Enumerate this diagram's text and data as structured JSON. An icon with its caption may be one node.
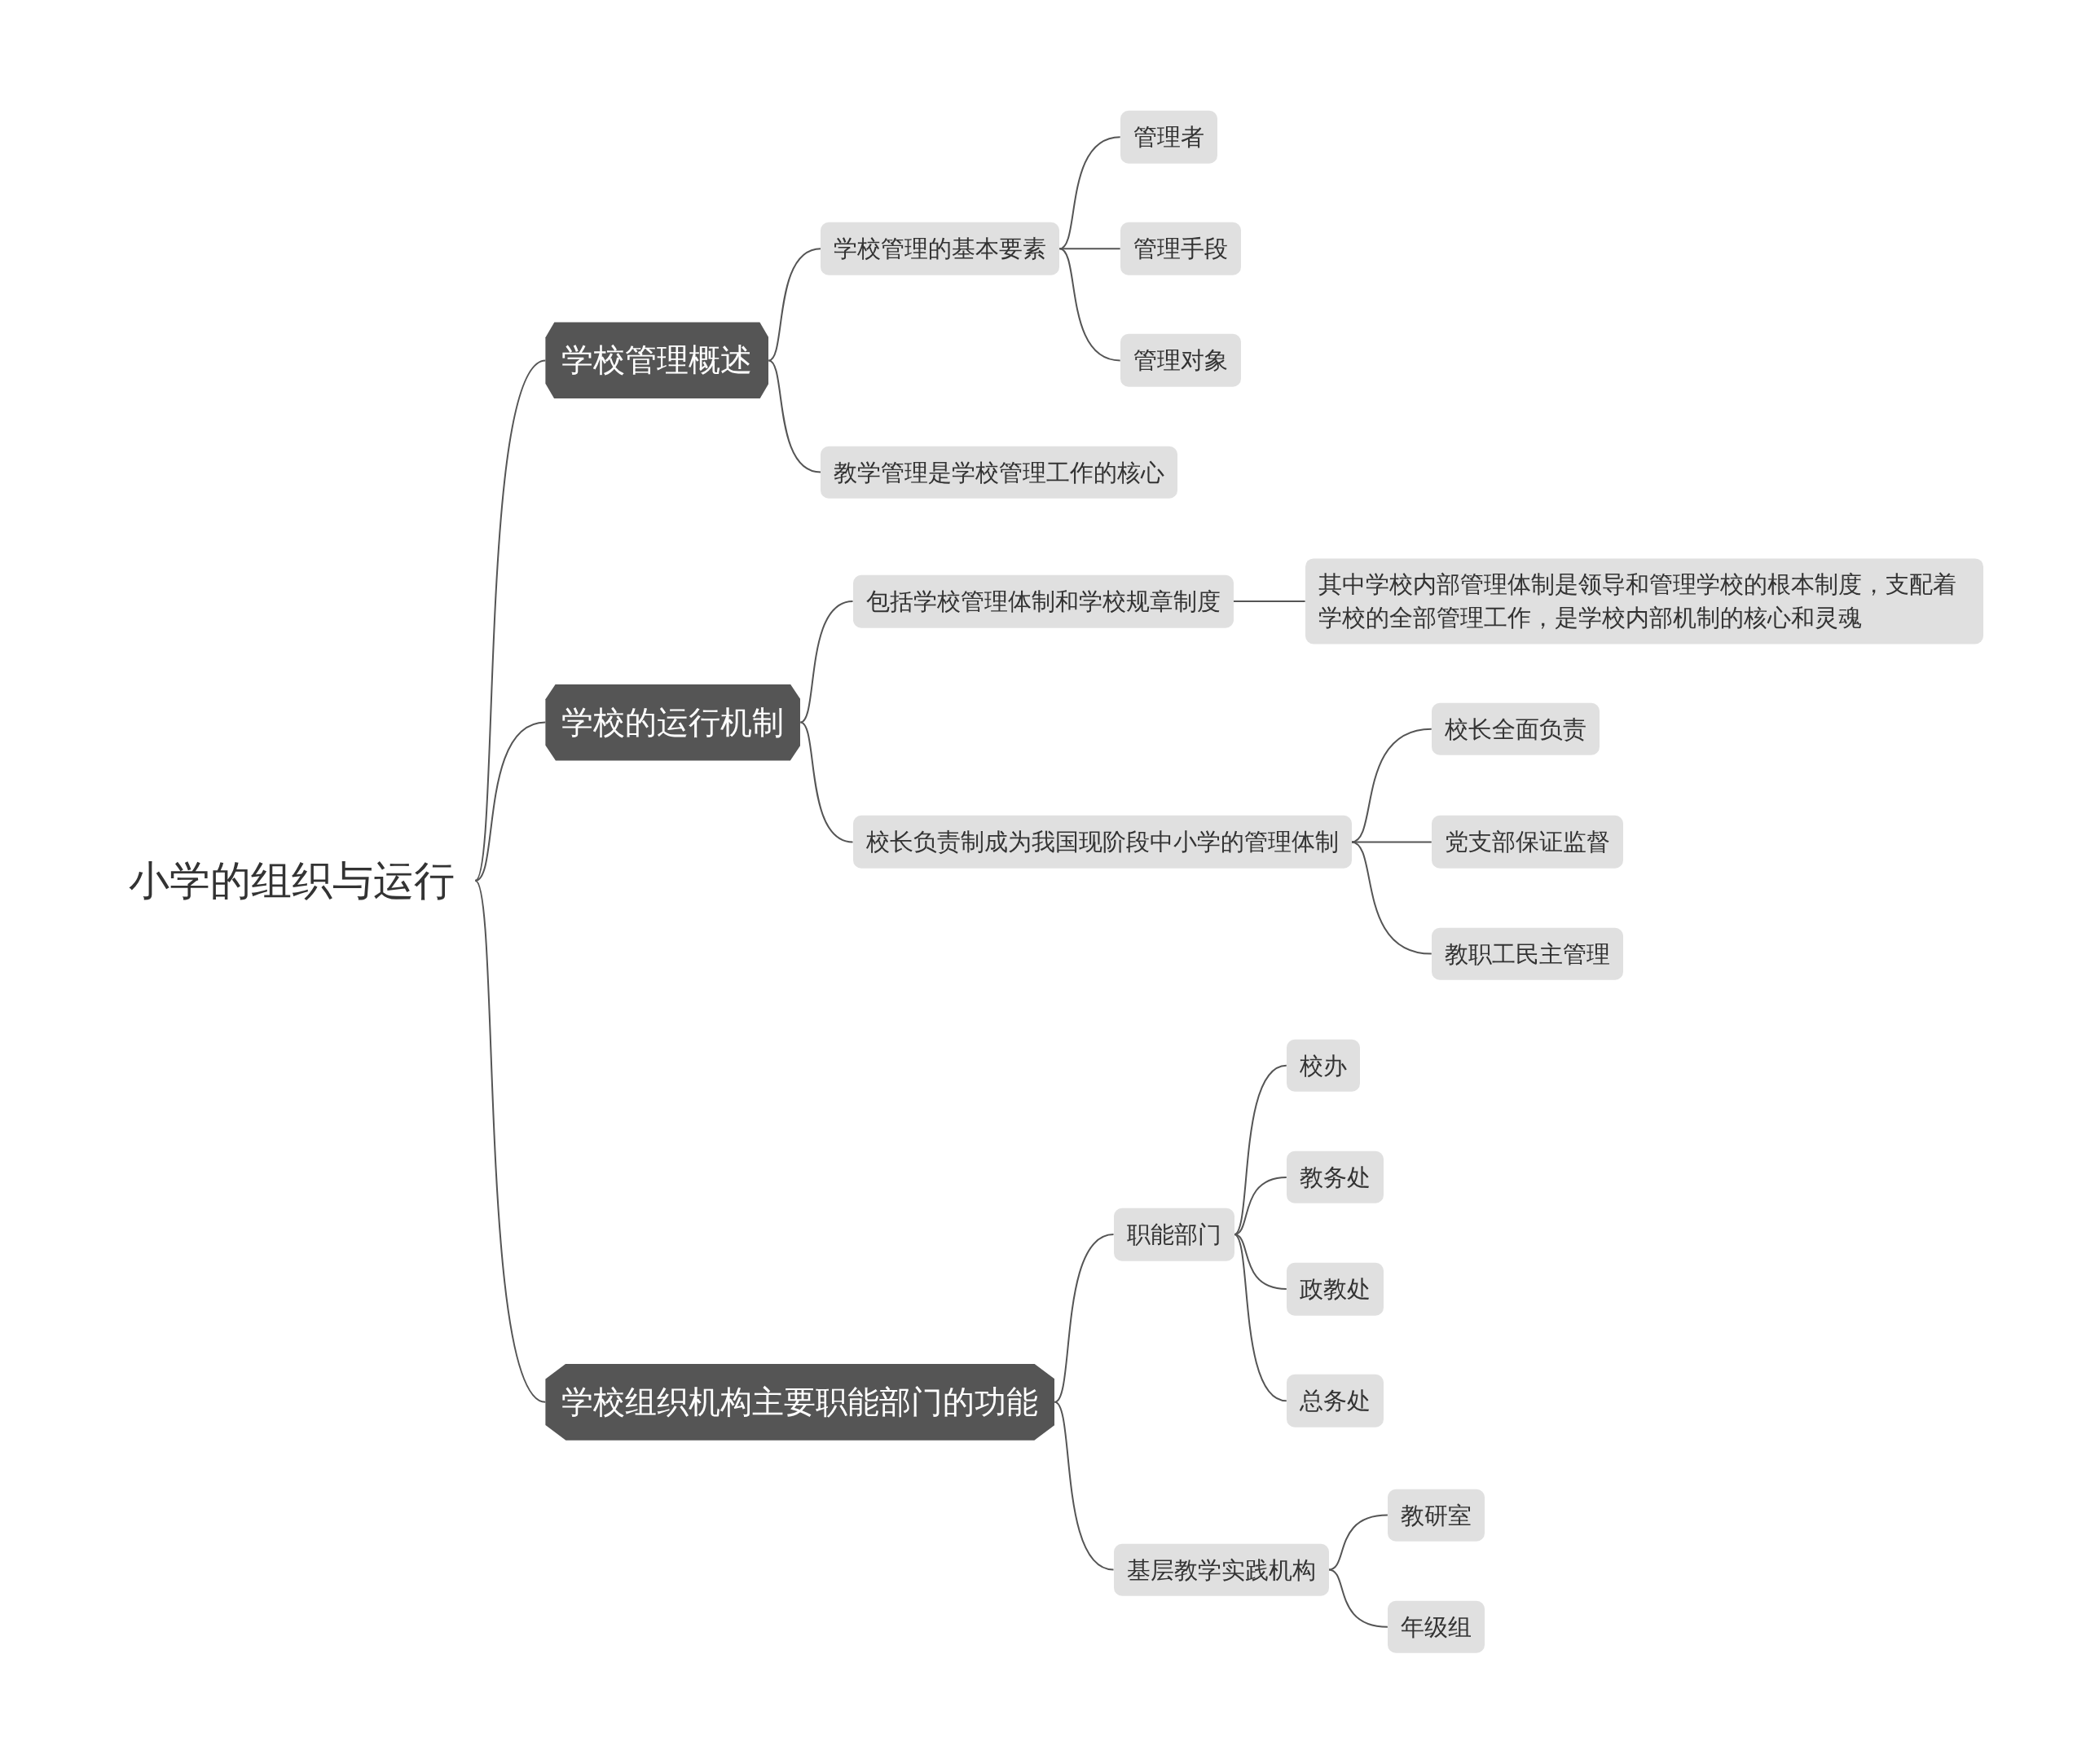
{
  "diagram": {
    "nodes": [
      {
        "text": [
          "小学的组织与运行"
        ]
      },
      {
        "text": [
          "学校管理概述"
        ]
      },
      {
        "text": [
          "学校管理的基本要素"
        ]
      },
      {
        "text": [
          "管理者"
        ]
      },
      {
        "text": [
          "管理手段"
        ]
      },
      {
        "text": [
          "管理对象"
        ]
      },
      {
        "text": [
          "教学管理是学校管理工作的核心"
        ]
      },
      {
        "text": [
          "学校的运行机制"
        ]
      },
      {
        "text": [
          "包括学校管理体制和学校规章制度"
        ]
      },
      {
        "text": [
          "其中学校内部管理体制是领导和管理学校的根本制度，支配着学校的全部管理工作，是学校内部机制的核心和灵魂"
        ]
      },
      {
        "text": [
          "校长负责制成为我国现阶段中小学的管理体制"
        ]
      },
      {
        "text": [
          "校长全面负责"
        ]
      },
      {
        "text": [
          "党支部保证监督"
        ]
      },
      {
        "text": [
          "教职工民主管理"
        ]
      },
      {
        "text": [
          "学校组织机构主要职能部门的功能"
        ]
      },
      {
        "text": [
          "职能部门"
        ]
      },
      {
        "text": [
          "校办"
        ]
      },
      {
        "text": [
          "教务处"
        ]
      },
      {
        "text": [
          "政教处"
        ]
      },
      {
        "text": [
          "总务处"
        ]
      },
      {
        "text": [
          "基层教学实践机构"
        ]
      },
      {
        "text": [
          "教研室"
        ]
      },
      {
        "text": [
          "年级组"
        ]
      }
    ],
    "edges": [
      {
        "from": 0,
        "to": 1,
        "arrow": "none"
      },
      {
        "from": 1,
        "to": 2,
        "arrow": "none"
      },
      {
        "from": 2,
        "to": 3,
        "arrow": "none"
      },
      {
        "from": 2,
        "to": 4,
        "arrow": "none"
      },
      {
        "from": 2,
        "to": 5,
        "arrow": "none"
      },
      {
        "from": 1,
        "to": 6,
        "arrow": "none"
      },
      {
        "from": 0,
        "to": 7,
        "arrow": "none"
      },
      {
        "from": 7,
        "to": 8,
        "arrow": "none"
      },
      {
        "from": 8,
        "to": 9,
        "arrow": "none"
      },
      {
        "from": 7,
        "to": 10,
        "arrow": "none"
      },
      {
        "from": 10,
        "to": 11,
        "arrow": "none"
      },
      {
        "from": 10,
        "to": 12,
        "arrow": "none"
      },
      {
        "from": 10,
        "to": 13,
        "arrow": "none"
      },
      {
        "from": 0,
        "to": 14,
        "arrow": "none"
      },
      {
        "from": 14,
        "to": 15,
        "arrow": "none"
      },
      {
        "from": 15,
        "to": 16,
        "arrow": "none"
      },
      {
        "from": 15,
        "to": 17,
        "arrow": "none"
      },
      {
        "from": 15,
        "to": 18,
        "arrow": "none"
      },
      {
        "from": 15,
        "to": 19,
        "arrow": "none"
      },
      {
        "from": 14,
        "to": 20,
        "arrow": "none"
      },
      {
        "from": 20,
        "to": 21,
        "arrow": "none"
      },
      {
        "from": 20,
        "to": 22,
        "arrow": "none"
      }
    ]
  }
}
